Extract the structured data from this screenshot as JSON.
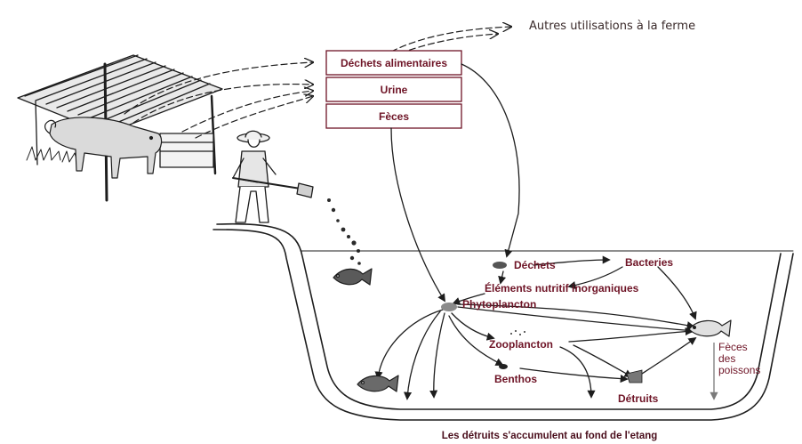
{
  "header": {
    "other_uses": "Autres utilisations à la ferme"
  },
  "waste_boxes": [
    {
      "label": "Déchets alimentaires"
    },
    {
      "label": "Urine"
    },
    {
      "label": "Fèces"
    }
  ],
  "pond_nodes": {
    "dechets": "Déchets",
    "bacteries": "Bacteries",
    "nutrients": "Éléments nutritif inorganiques",
    "phytoplancton": "Phytoplancton",
    "zooplancton": "Zooplancton",
    "benthos": "Benthos",
    "detritus": "Détruits",
    "fish_feces_1": "Fèces",
    "fish_feces_2": "des",
    "fish_feces_3": "poissons"
  },
  "caption": "Les détruits s'accumulent au fond de l'etang",
  "colors": {
    "label": "#6e1426",
    "ink": "#1d1d1d",
    "box_border": "#6e1426"
  }
}
